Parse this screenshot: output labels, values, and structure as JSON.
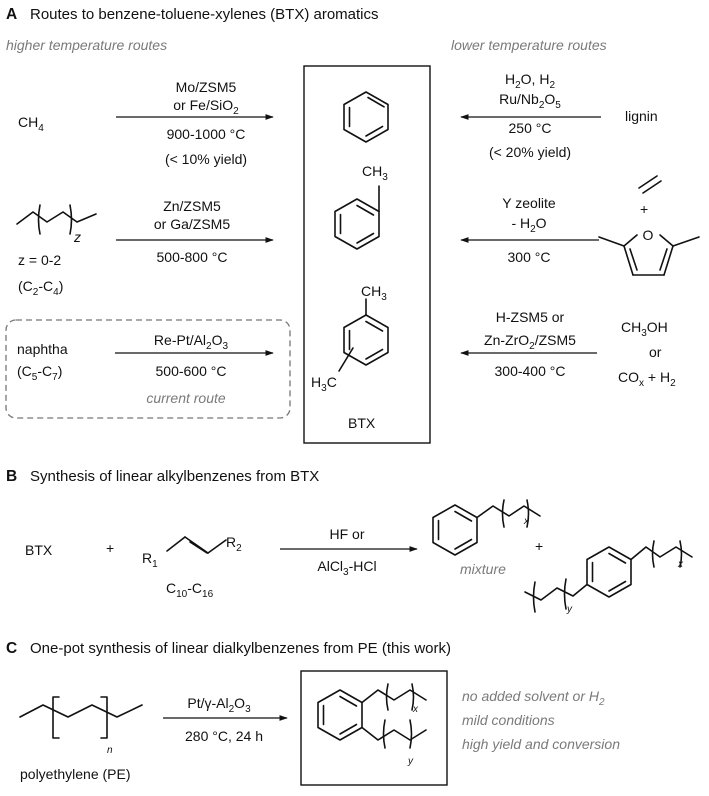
{
  "sectionA": {
    "letter": "A",
    "title": "Routes to benzene-toluene-xylenes (BTX) aromatics",
    "left_heading": "higher temperature routes",
    "right_heading": "lower temperature routes",
    "row1": {
      "left_reactant_base": "CH",
      "left_reactant_sub": "4",
      "left_cond1": "Mo/ZSM5",
      "left_cond2_a": "or Fe/SiO",
      "left_cond2_sub": "2",
      "left_cond3": "900-1000 °C",
      "left_cond4": "(< 10% yield)",
      "right_cond1_a": "H",
      "right_cond1_sub1": "2",
      "right_cond1_b": "O, H",
      "right_cond1_sub2": "2",
      "right_cond2_a": "Ru/Nb",
      "right_cond2_sub1": "2",
      "right_cond2_b": "O",
      "right_cond2_sub2": "5",
      "right_cond3": "250 °C",
      "right_cond4": "(< 20% yield)",
      "right_reactant": "lignin"
    },
    "row2": {
      "left_z_label": "z",
      "left_range": "z = 0-2",
      "left_class_a": "(C",
      "left_class_sub1": "2",
      "left_class_b": "-C",
      "left_class_sub2": "4",
      "left_class_c": ")",
      "left_cond1": "Zn/ZSM5",
      "left_cond2": "or Ga/ZSM5",
      "left_cond3": "500-800 °C",
      "right_cond1": "Y zeolite",
      "right_cond2_a": "- H",
      "right_cond2_sub": "2",
      "right_cond2_b": "O",
      "right_cond3": "300 °C",
      "plus": "+",
      "furan_o": "O",
      "toluene_me": "CH",
      "toluene_me_sub": "3"
    },
    "row3": {
      "left_reactant": "naphtha",
      "left_class_a": "(C",
      "left_class_sub1": "5",
      "left_class_b": "-C",
      "left_class_sub2": "7",
      "left_class_c": ")",
      "left_cond1_a": "Re-Pt/Al",
      "left_cond1_sub1": "2",
      "left_cond1_b": "O",
      "left_cond1_sub2": "3",
      "left_cond2": "500-600 °C",
      "current": "current route",
      "right_cond1": "H-ZSM5 or",
      "right_cond2_a": "Zn-ZrO",
      "right_cond2_sub": "2",
      "right_cond2_b": "/ZSM5",
      "right_cond3": "300-400 °C",
      "right_r1_a": "CH",
      "right_r1_sub": "3",
      "right_r1_b": "OH",
      "right_or": "or",
      "right_r3_a": "CO",
      "right_r3_sub": "x",
      "right_r3_b": " + H",
      "right_r3_sub2": "2",
      "xylene_me_top": "CH",
      "xylene_me_top_sub": "3",
      "xylene_me_bot_a": "H",
      "xylene_me_bot_sub": "3",
      "xylene_me_bot_b": "C"
    },
    "btx_label": "BTX"
  },
  "sectionB": {
    "letter": "B",
    "title": "Synthesis of linear alkylbenzenes from BTX",
    "reactant": "BTX",
    "plus1": "+",
    "r1": "R",
    "r1_sub": "1",
    "r2": "R",
    "r2_sub": "2",
    "chain_a": "C",
    "chain_sub1": "10",
    "chain_b": "-C",
    "chain_sub2": "16",
    "cond1": "HF or",
    "cond2_a": "AlCl",
    "cond2_sub": "3",
    "cond2_b": "-HCl",
    "product_x": "x",
    "mixture": "mixture",
    "plus2": "+",
    "product2_x": "x",
    "product2_y": "y"
  },
  "sectionC": {
    "letter": "C",
    "title": "One-pot synthesis of linear dialkylbenzenes from PE (this work)",
    "polymer_n": "n",
    "polymer_label": "polyethylene (PE)",
    "cond1": "Pt/γ-Al",
    "cond1_sub1": "2",
    "cond1_b": "O",
    "cond1_sub2": "3",
    "cond2": "280 °C, 24 h",
    "product_x": "x",
    "product_y": "y",
    "note1_a": "no added solvent or H",
    "note1_sub": "2",
    "note2": "mild conditions",
    "note3": "high yield and conversion"
  }
}
